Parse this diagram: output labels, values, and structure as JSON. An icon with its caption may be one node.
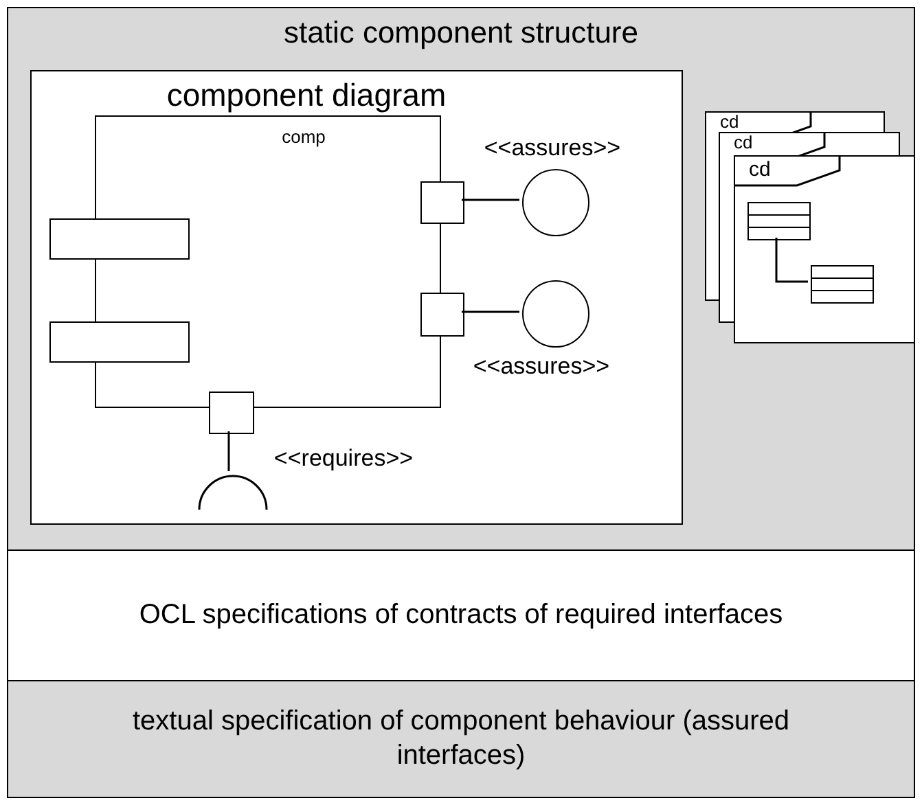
{
  "diagram": {
    "nodes": [
      {
        "text": [
          "static component structure"
        ]
      },
      {
        "text": [
          "component diagram"
        ],
        "in": 0
      },
      {
        "text": [
          "comp"
        ],
        "in": 1
      },
      {
        "text": [],
        "shape": "box",
        "in": 1
      },
      {
        "text": [],
        "shape": "box",
        "in": 1
      },
      {
        "text": [],
        "shape": "box",
        "in": 1
      },
      {
        "text": [],
        "shape": "box",
        "in": 1
      },
      {
        "text": [],
        "shape": "box",
        "in": 1
      },
      {
        "text": [],
        "shape": "circle",
        "in": 1,
        "beside": [
          "<<assures>>"
        ]
      },
      {
        "text": [],
        "shape": "circle",
        "in": 1,
        "beside": [
          "<<assures>>"
        ]
      },
      {
        "text": [],
        "shape": "arc",
        "in": 1,
        "beside": [
          "<<requires>>"
        ]
      },
      {
        "text": [
          "cd"
        ],
        "in": 0
      },
      {
        "text": [
          "cd"
        ],
        "in": 0
      },
      {
        "text": [
          "cd"
        ],
        "in": 0
      },
      {
        "text": [],
        "shape": "box",
        "in": 13
      },
      {
        "text": [],
        "shape": "box",
        "in": 13
      },
      {
        "text": [
          "OCL specifications of contracts of required interfaces"
        ]
      },
      {
        "text": [
          "textual specification of component behaviour (assured interfaces)"
        ]
      }
    ],
    "edges": [
      {
        "from": 5,
        "to": 8,
        "arrow": "none"
      },
      {
        "from": 6,
        "to": 9,
        "arrow": "none"
      },
      {
        "from": 7,
        "to": 10,
        "arrow": "none"
      },
      {
        "from": 14,
        "to": 15,
        "arrow": "none"
      }
    ]
  }
}
